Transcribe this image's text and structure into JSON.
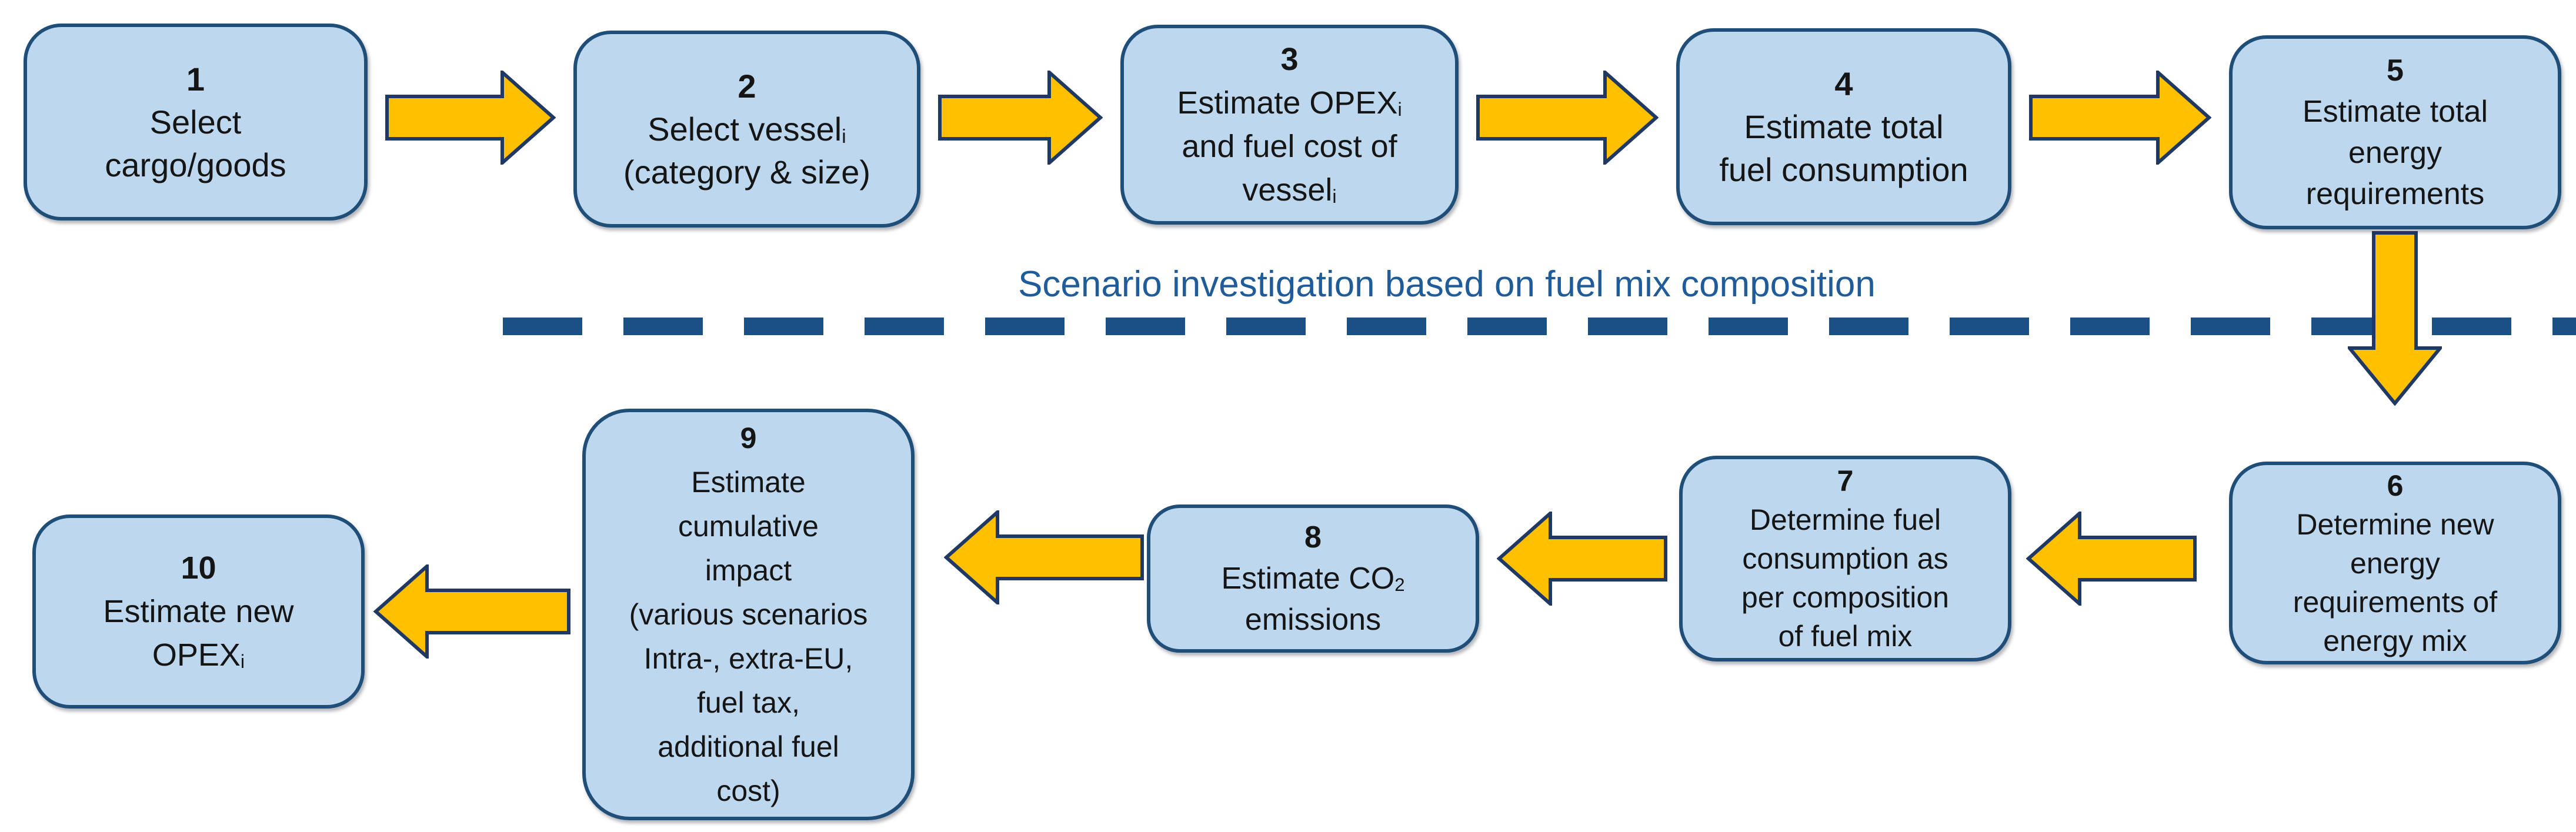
{
  "divider": {
    "label": "Scenario investigation based on fuel mix composition"
  },
  "steps": [
    {
      "number": "1",
      "lines": [
        "Select",
        "cargo/goods"
      ]
    },
    {
      "number": "2",
      "lines": [
        "Select vessel_{i}",
        "(category & size)"
      ]
    },
    {
      "number": "3",
      "lines": [
        "Estimate OPEX_{i}",
        "and fuel cost of",
        "vessel_{i}"
      ]
    },
    {
      "number": "4",
      "lines": [
        "Estimate total",
        "fuel consumption"
      ]
    },
    {
      "number": "5",
      "lines": [
        "Estimate total",
        "energy",
        "requirements"
      ]
    },
    {
      "number": "6",
      "lines": [
        "Determine new",
        "energy",
        "requirements of",
        "energy mix"
      ]
    },
    {
      "number": "7",
      "lines": [
        "Determine fuel",
        "consumption as",
        "per composition",
        "of fuel mix"
      ]
    },
    {
      "number": "8",
      "lines": [
        "Estimate CO_{2}",
        "emissions"
      ]
    },
    {
      "number": "9",
      "lines": [
        "Estimate",
        "cumulative",
        "impact",
        "(various scenarios",
        "Intra-, extra-EU,",
        "fuel tax,",
        "additional fuel",
        "cost)"
      ]
    },
    {
      "number": "10",
      "lines": [
        "Estimate new",
        "OPEX_{i}"
      ]
    }
  ],
  "colors": {
    "box_fill": "#BDD7EE",
    "box_border": "#1F4E79",
    "arrow_fill": "#FFC000",
    "arrow_border": "#1F3864",
    "divider_blue": "#1B5087",
    "title_blue": "#1F5C99"
  }
}
